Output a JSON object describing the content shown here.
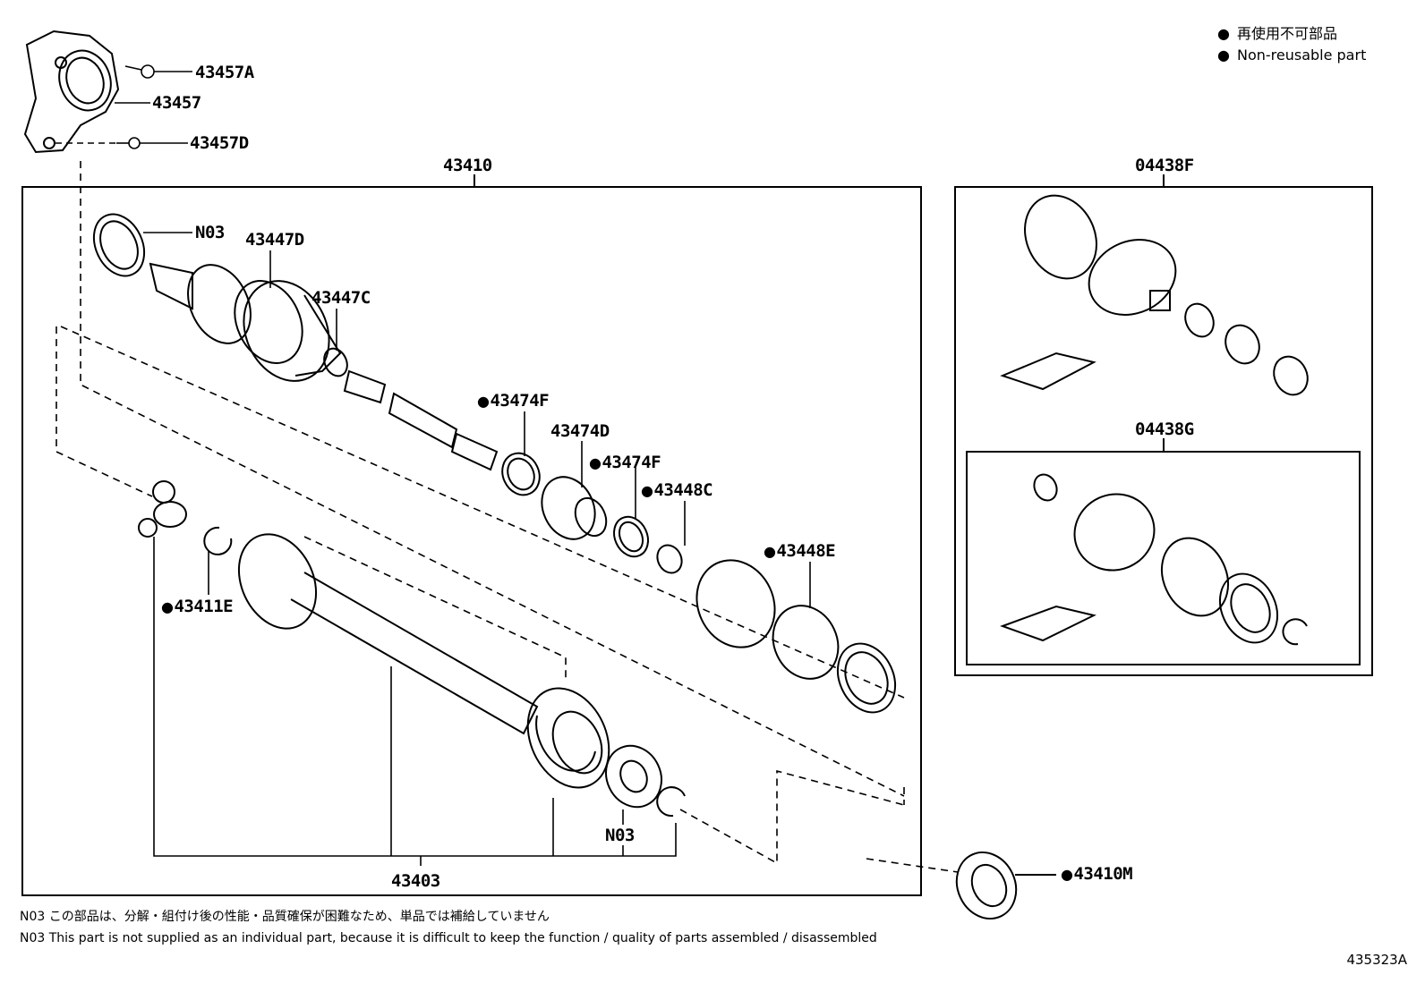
{
  "legend": {
    "japanese": "再使用不可部品",
    "english": "Non-reusable part"
  },
  "labels": {
    "l43457A": "43457A",
    "l43457": "43457",
    "l43457D": "43457D",
    "l43410": "43410",
    "lN03a": "N03",
    "l43447D": "43447D",
    "l43447C": "43447C",
    "l43474Fa": "43474F",
    "l43474D": "43474D",
    "l43474Fb": "43474F",
    "l43448C": "43448C",
    "l43448E": "43448E",
    "l43411E": "43411E",
    "lN03b": "N03",
    "l43403": "43403",
    "l43410M": "43410M",
    "l04438F": "04438F",
    "l04438G": "04438G"
  },
  "notes": {
    "jp": "N03 この部品は、分解・組付け後の性能・品質確保が困難なため、単品では補給していません",
    "en": "N03 This part is not supplied as an  individual part, because it is difficult to keep the function / quality of parts assembled / disassembled"
  },
  "diagram_code": "435323A"
}
